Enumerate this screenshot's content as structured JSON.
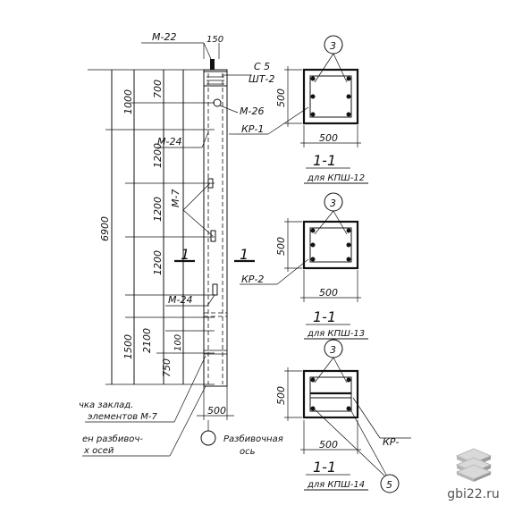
{
  "column": {
    "total_height": "6900",
    "segments_outer": [
      "1000",
      "1200",
      "1200",
      "1200",
      "1500"
    ],
    "segments_inner": [
      "700",
      "2100",
      "750"
    ],
    "top_small": "100",
    "width_top": "150",
    "width_bottom": "500",
    "labels": {
      "m22": "М-22",
      "c5": "С 5",
      "sht2": "ШТ-2",
      "m26": "М-26",
      "m24_upper": "М-24",
      "m7": "М-7",
      "m24_lower": "М-24",
      "kr1": "КР-1",
      "kr2": "КР-2",
      "kr_bottom": "КР-",
      "section_mark": "1"
    },
    "notes": {
      "embed_line1": "чка заклад.",
      "embed_line2": "элементов М-7",
      "axis_line1": "ен разбивоч-",
      "axis_line2": "х осей",
      "razb_line1": "Разбивочная",
      "razb_line2": "ось"
    }
  },
  "sections": [
    {
      "title": "1-1",
      "subtitle": "для КПШ-12",
      "dim_w": "500",
      "dim_h": "500",
      "callout": "3"
    },
    {
      "title": "1-1",
      "subtitle": "для КПШ-13",
      "dim_w": "500",
      "dim_h": "500",
      "callout": "3"
    },
    {
      "title": "1-1",
      "subtitle": "для КПШ-14",
      "dim_w": "500",
      "dim_h": "500",
      "callout": "3",
      "callout2": "5"
    }
  ],
  "watermark": {
    "site": "gbi22.ru",
    "logo": "stacked-slabs-logo"
  }
}
